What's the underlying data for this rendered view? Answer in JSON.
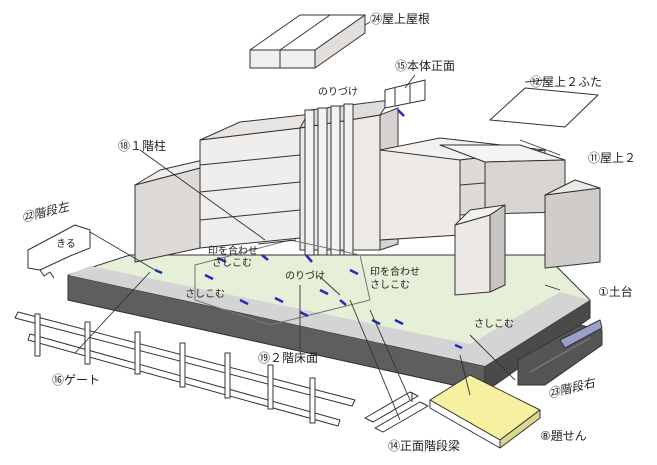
{
  "labels": {
    "rooftop_roof": "㉔屋上屋根",
    "main_front": "⑮本体正面",
    "rooftop2_lid": "⑫屋上２ふた",
    "rooftop2": "⑪屋上２",
    "first_floor_pillar": "⑱１階柱",
    "stairs_left": "㉒階段左",
    "base": "①土台",
    "stairs_right": "㉓階段右",
    "gate": "⑯ゲート",
    "second_floor": "⑲２階床面",
    "front_stair_beam": "⑭正面階段梁",
    "title_tag": "⑧題せん",
    "glue_top": "のりづけ",
    "glue_center": "のりづけ",
    "align_insert_left_1": "印を合わせ",
    "align_insert_left_2": "さしこむ",
    "align_insert_right_1": "印を合わせ",
    "align_insert_right_2": "さしこむ",
    "insert_left": "さしこむ",
    "insert_right": "さしこむ",
    "stairs_left_tag": "きる"
  },
  "colors": {
    "ground": "#e6efd8",
    "base_side": "#5e5e5e",
    "base_top_rim": "#cfcfcf",
    "wall_light": "#f0eeec",
    "wall_mid": "#dedad8",
    "wall_dark": "#c4bfbd",
    "outline": "#333333",
    "marker": "#2a2ab8",
    "title_tag_fill": "#f6f0a0"
  }
}
